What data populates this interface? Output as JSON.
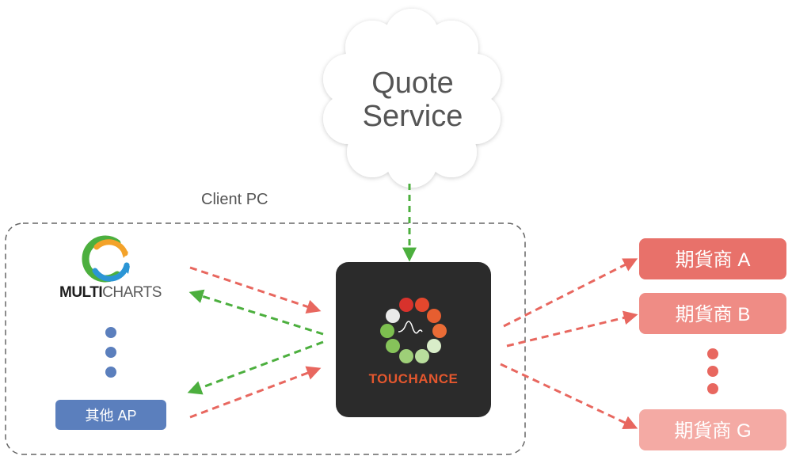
{
  "cloud": {
    "line1": "Quote",
    "line2": "Service"
  },
  "client_pc": {
    "label": "Client PC"
  },
  "multicharts": {
    "bold_text": "MULTI",
    "light_text": "CHARTS"
  },
  "other_ap": {
    "label": "其他 AP",
    "color": "#5b7fbd"
  },
  "touchance": {
    "label": "TOUCHANCE",
    "background": "#2b2b2b"
  },
  "brokers": [
    {
      "label": "期貨商 A",
      "color": "#e8716a"
    },
    {
      "label": "期貨商 B",
      "color": "#ef8c85"
    },
    {
      "label": "期貨商 G",
      "color": "#f4aaa4"
    }
  ],
  "colors": {
    "red_arrow": "#e8675f",
    "green_arrow": "#4caf3e",
    "dots_left": "#5b7fbd",
    "dots_right": "#e8675f"
  }
}
